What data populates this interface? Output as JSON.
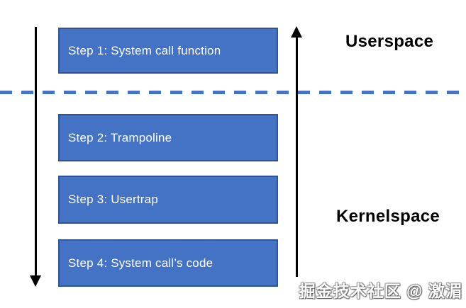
{
  "diagram": {
    "steps": [
      {
        "label": "Step 1: System call function"
      },
      {
        "label": "Step 2: Trampoline"
      },
      {
        "label": "Step 3: Usertrap"
      },
      {
        "label": "Step 4: System call’s code"
      }
    ],
    "regions": {
      "top": "Userspace",
      "bottom": "Kernelspace"
    },
    "arrows": [
      {
        "name": "left-down-arrow",
        "direction": "down"
      },
      {
        "name": "center-up-arrow",
        "direction": "up"
      }
    ],
    "colors": {
      "box_fill": "#4472C4",
      "box_border": "#2F5597",
      "box_text": "#FFFFFF",
      "divider": "#4472C4",
      "arrow": "#000000",
      "region_label_text": "#000000",
      "background": "#FFFFFF"
    }
  },
  "watermark": {
    "text": "掘金技术社区 @ 激湄"
  }
}
